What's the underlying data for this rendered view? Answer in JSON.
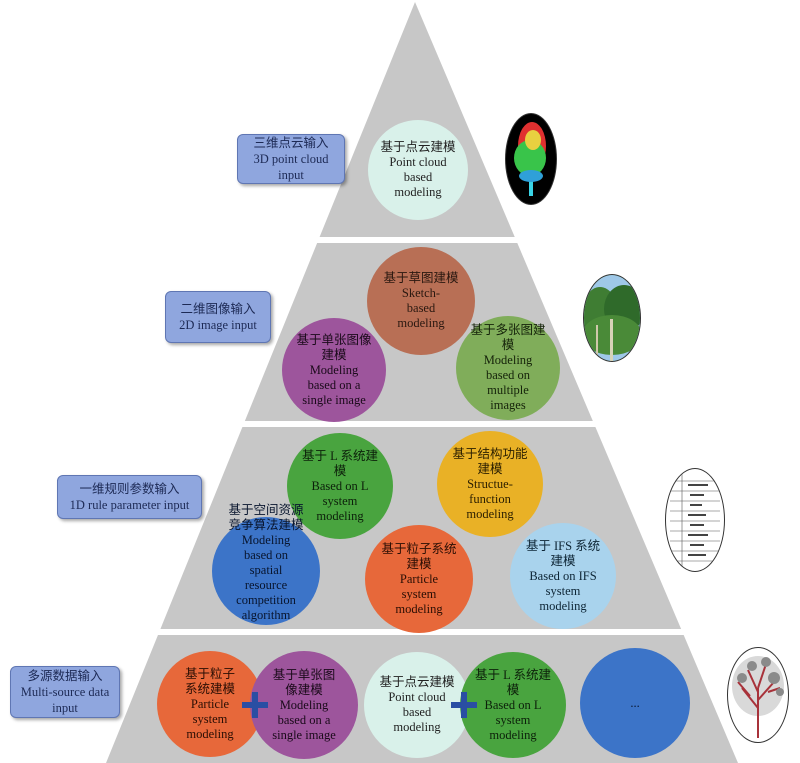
{
  "levels": {
    "level3d": {
      "input_zh": "三维点云输入",
      "input_en": "3D point cloud",
      "input_en2": "input",
      "nodes": [
        {
          "zh": "基于点云建模",
          "en": "Point cloud based modeling"
        }
      ]
    },
    "level2d": {
      "input_zh": "二维图像输入",
      "input_en": "2D image input",
      "nodes": [
        {
          "zh": "基于草图建模",
          "en": "Sketch-based modeling"
        },
        {
          "zh": "基于单张图像建模",
          "en": "Modeling based on a single image"
        },
        {
          "zh": "基于多张图建模",
          "en": "Modeling based on multiple images"
        }
      ]
    },
    "level1d": {
      "input_zh": "一维规则参数输入",
      "input_en": "1D rule parameter input",
      "nodes": [
        {
          "zh": "基于 L 系统建模",
          "en": "Based on L system modeling"
        },
        {
          "zh": "基于结构功能建模",
          "en": "Structue-function modeling"
        },
        {
          "zh": "基于空间资源竞争算法建模",
          "en": "Modeling based on spatial resource competition algorithm"
        },
        {
          "zh": "基于粒子系统建模",
          "en": "Particle system modeling"
        },
        {
          "zh": "基于 IFS 系统建模",
          "en": "Based on IFS system modeling"
        }
      ]
    },
    "multi": {
      "input_zh": "多源数据输入",
      "input_en": "Multi-source data",
      "input_en2": "input",
      "nodes": [
        {
          "zh": "基于粒子系统建模",
          "en": "Particle system modeling"
        },
        {
          "zh": "基于单张图像建模",
          "en": "Modeling based on a single image"
        },
        {
          "zh": "基于点云建模",
          "en": "Point cloud based modeling"
        },
        {
          "zh": "基于 L 系统建模",
          "en": "Based on L system modeling"
        },
        {
          "zh": "",
          "en": "..."
        }
      ]
    }
  },
  "colors": {
    "pyramid": "#c6c6c6",
    "separator": "#ffffff",
    "input_box": "#8fa6de",
    "plus": "#2a4ea3"
  }
}
